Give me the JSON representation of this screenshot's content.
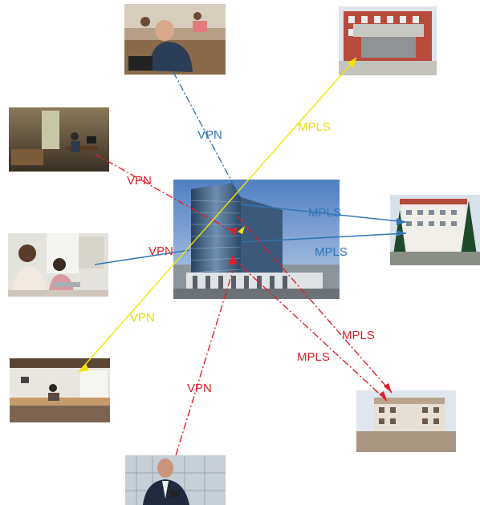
{
  "colors": {
    "vpn_blue": "#2E75B6",
    "vpn_red": "#E0202A",
    "mpls_yellow": "#F2E600",
    "mpls_blue": "#2E75B6",
    "mpls_red": "#E0202A"
  },
  "labels": {
    "vpn_top": "VPN",
    "vpn_left_red": "VPN",
    "vpn_mid": "VPN",
    "vpn_yellow": "VPN",
    "vpn_bottom": "VPN",
    "mpls_yellow": "MPLS",
    "mpls_blue_1": "MPLS",
    "mpls_blue_2": "MPLS",
    "mpls_red_1": "MPLS",
    "mpls_red_2": "MPLS"
  },
  "nodes": {
    "hq": "central-office-building",
    "remote_family_desk": "remote-worker-home-office",
    "remote_living_room": "remote-worker-living-room",
    "remote_laptop_women": "remote-workers-laptops",
    "remote_kitchen": "remote-worker-kitchen",
    "remote_businessman": "mobile-businessman",
    "branch_top_right": "branch-office-building",
    "branch_right": "branch-office-building-with-trees",
    "branch_bottom_right": "branch-office-building-construction"
  }
}
